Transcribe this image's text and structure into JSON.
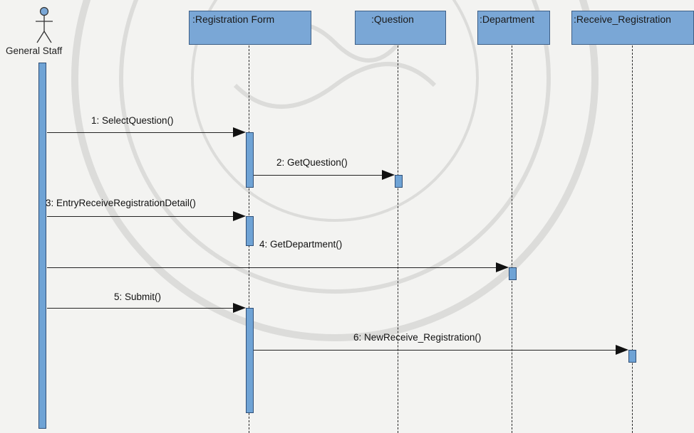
{
  "diagram": {
    "actor": {
      "name": "General Staff"
    },
    "objects": [
      {
        "id": "registration-form",
        "name": ":Registration Form"
      },
      {
        "id": "question",
        "name": ":Question"
      },
      {
        "id": "department",
        "name": ":Department"
      },
      {
        "id": "receive-registration",
        "name": ":Receive_Registration"
      }
    ],
    "messages": [
      {
        "label": "1: SelectQuestion()",
        "from": "General Staff",
        "to": ":Registration Form"
      },
      {
        "label": "2: GetQuestion()",
        "from": ":Registration Form",
        "to": ":Question"
      },
      {
        "label": "3: EntryReceiveRegistrationDetail()",
        "from": "General Staff",
        "to": ":Registration Form"
      },
      {
        "label": "4: GetDepartment()",
        "from": "General Staff",
        "to": ":Department"
      },
      {
        "label": "5: Submit()",
        "from": "General Staff",
        "to": ":Registration Form"
      },
      {
        "label": "6: NewReceive_Registration()",
        "from": ":Registration Form",
        "to": ":Receive_Registration"
      }
    ]
  },
  "colors": {
    "object_fill": "#7aa7d6",
    "activation_fill": "#6fa3d5",
    "line": "#222222",
    "watermark": "#8a8a8a"
  }
}
